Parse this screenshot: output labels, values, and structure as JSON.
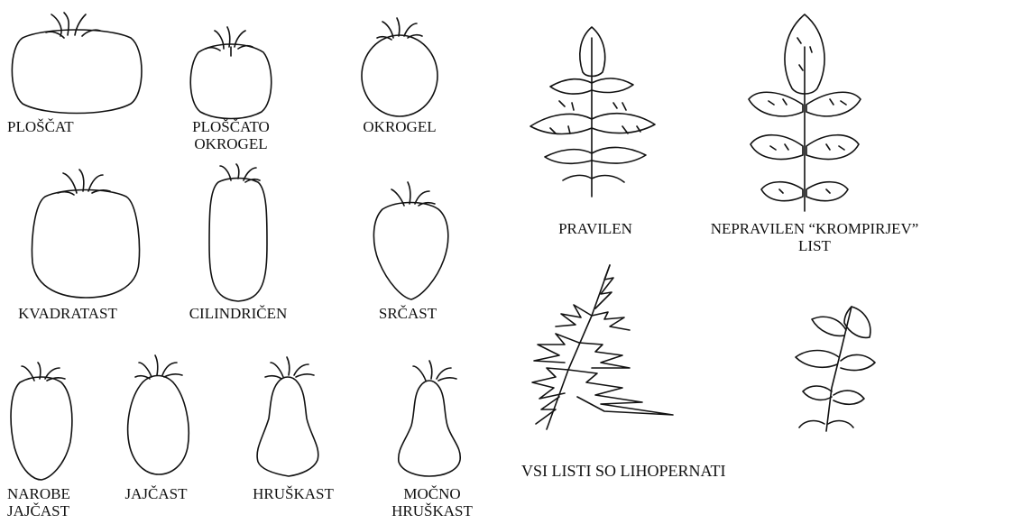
{
  "fruit_shapes": [
    {
      "id": "ploscat",
      "lines": [
        "PLOŠČAT"
      ]
    },
    {
      "id": "ploscato-okrogel",
      "lines": [
        "PLOŠČATO",
        "OKROGEL"
      ]
    },
    {
      "id": "okrogel",
      "lines": [
        "OKROGEL"
      ]
    },
    {
      "id": "kvadratast",
      "lines": [
        "KVADRATAST"
      ]
    },
    {
      "id": "cilindricen",
      "lines": [
        "CILINDRIČEN"
      ]
    },
    {
      "id": "srcast",
      "lines": [
        "SRČAST"
      ]
    },
    {
      "id": "narobe-jajcast",
      "lines": [
        "NAROBE",
        "JAJČAST"
      ]
    },
    {
      "id": "jajcast",
      "lines": [
        "JAJČAST"
      ]
    },
    {
      "id": "hruskast",
      "lines": [
        "HRUŠKAST"
      ]
    },
    {
      "id": "mocno-hruskast",
      "lines": [
        "MOČNO",
        "HRUŠKAST"
      ]
    }
  ],
  "leaf_types": [
    {
      "id": "pravilen",
      "lines": [
        "PRAVILEN"
      ]
    },
    {
      "id": "nepravilen",
      "lines": [
        "NEPRAVILEN “KROMPIRJEV”",
        "LIST"
      ]
    }
  ],
  "leaf_note": "VSI LISTI SO LIHOPERNATI"
}
